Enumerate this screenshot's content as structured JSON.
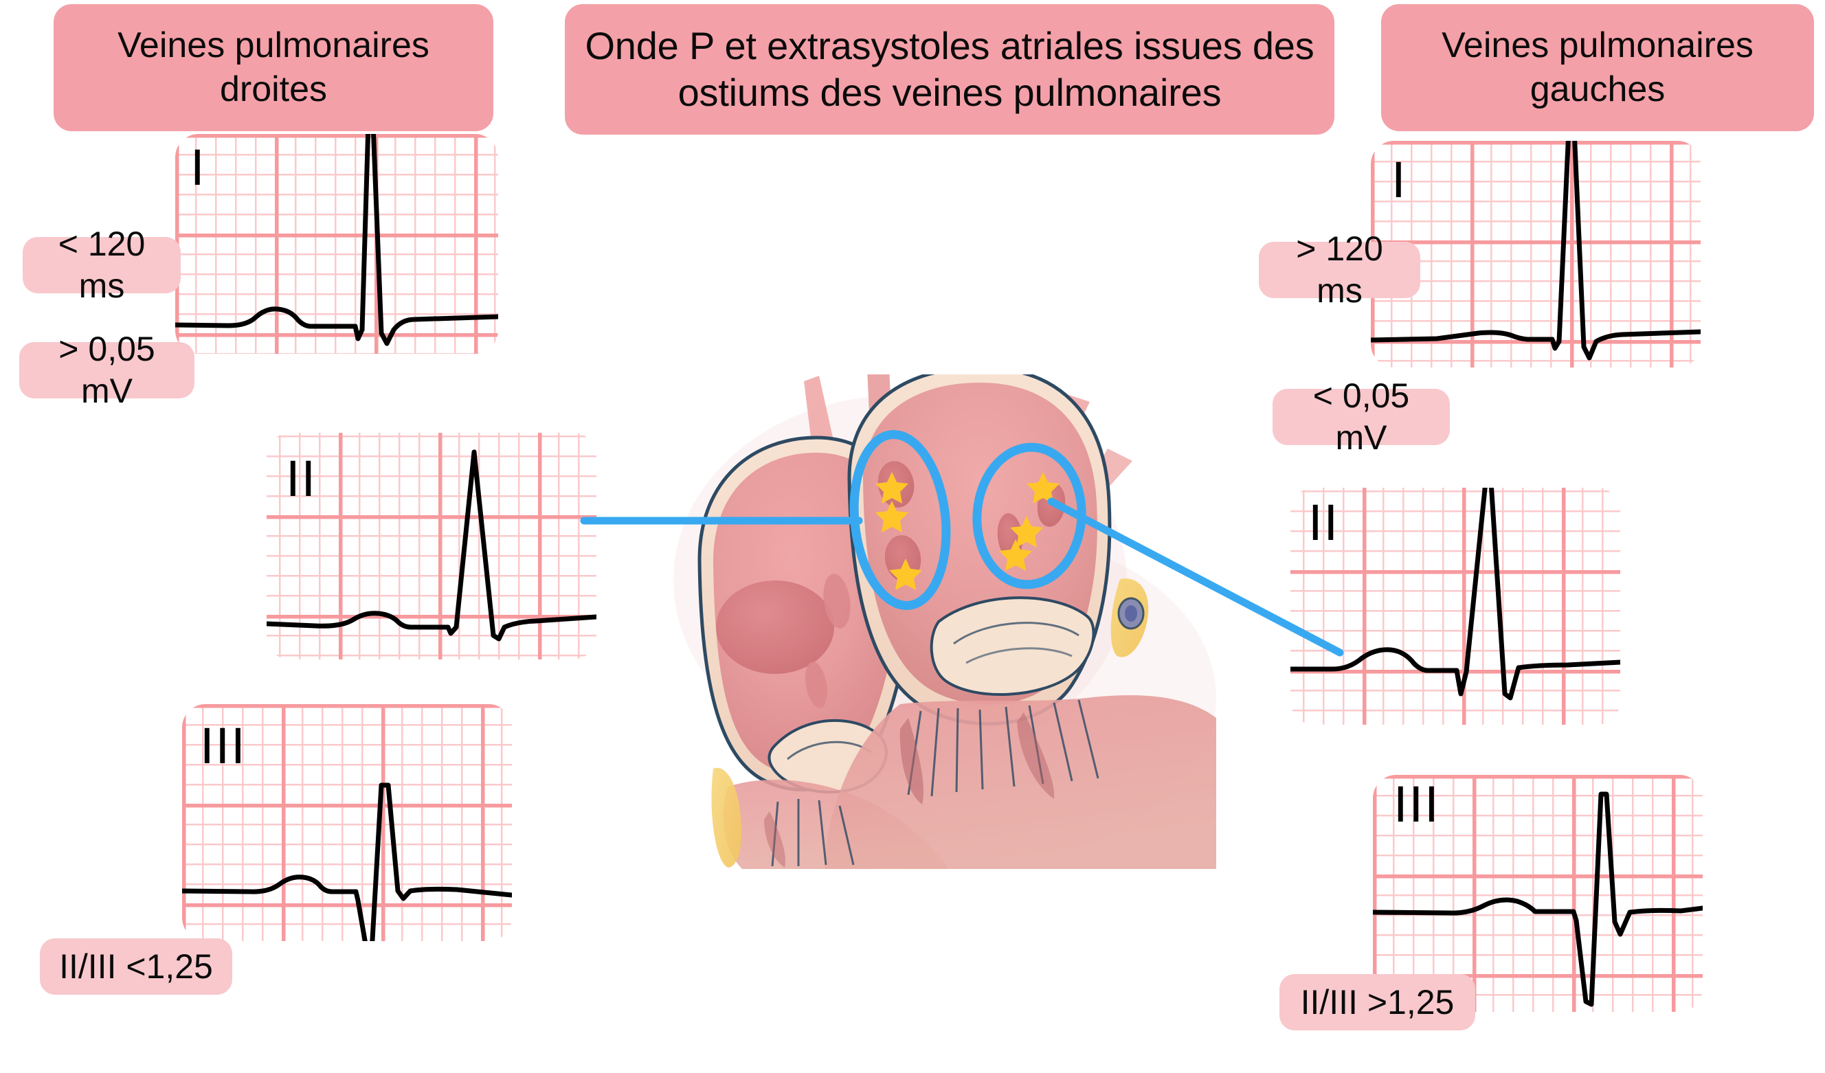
{
  "title": {
    "text": "Onde P et extrasystoles atriales issues des ostiums des veines pulmonaires"
  },
  "left_panel": {
    "heading": "Veines pulmonaires droites",
    "badges": [
      {
        "id": "duration",
        "text": "< 120 ms"
      },
      {
        "id": "amplitude",
        "text": "> 0,05 mV"
      },
      {
        "id": "ratio",
        "text": "II/III <1,25"
      }
    ],
    "leads": [
      {
        "label": "I"
      },
      {
        "label": "II"
      },
      {
        "label": "III"
      }
    ]
  },
  "right_panel": {
    "heading": "Veines pulmonaires gauches",
    "badges": [
      {
        "id": "duration",
        "text": "> 120 ms"
      },
      {
        "id": "amplitude",
        "text": "< 0,05 mV"
      },
      {
        "id": "ratio",
        "text": "II/III >1,25"
      }
    ],
    "leads": [
      {
        "label": "I"
      },
      {
        "label": "II"
      },
      {
        "label": "III"
      }
    ]
  },
  "illustration": {
    "name": "heart-atria-cross-section",
    "ostium_markers": "star",
    "highlight_shape": "ellipse"
  },
  "colors": {
    "chip_dark": "#F4A0A8",
    "chip_light": "#F8C8CC",
    "ecg_grid_minor": "#FBC9CB",
    "ecg_grid_major": "#F79A9E",
    "trace": "#000000",
    "connector": "#38A9F0",
    "star": "#FFC629",
    "background": "#FFFFFF"
  },
  "chart_data": {
    "type": "line",
    "title": "Onde P et extrasystoles atriales issues des ostiums des veines pulmonaires",
    "xlabel": "",
    "ylabel": "",
    "grid": true,
    "legend": "none",
    "series": [
      {
        "name": "Veines pulmonaires droites — DI",
        "lead": "I",
        "side": "droite",
        "p_wave_duration_ms": "< 120",
        "p_wave_amplitude_mV": "> 0,05",
        "description": "Onde P breve et pointue, QRS avec R ample et S profonde"
      },
      {
        "name": "Veines pulmonaires droites — DII",
        "lead": "II",
        "side": "droite",
        "p_wave_duration_ms": "< 120",
        "p_wave_amplitude_mV": "> 0,05",
        "description": "Onde P breve, R tres ample, S minime"
      },
      {
        "name": "Veines pulmonaires droites — DIII",
        "lead": "III",
        "side": "droite",
        "p_wave_duration_ms": "< 120",
        "p_wave_amplitude_mV": "> 0,05",
        "description": "Onde P breve, Q profonde puis R moderee"
      },
      {
        "name": "Veines pulmonaires gauches — DI",
        "lead": "I",
        "side": "gauche",
        "p_wave_duration_ms": "> 120",
        "p_wave_amplitude_mV": "< 0,05",
        "description": "Onde P large et aplatie, R ample, S profonde"
      },
      {
        "name": "Veines pulmonaires gauches — DII",
        "lead": "II",
        "side": "gauche",
        "p_wave_duration_ms": "> 120",
        "p_wave_amplitude_mV": "< 0,05",
        "description": "Onde P large et aplatie, R ample, S marquee"
      },
      {
        "name": "Veines pulmonaires gauches — DIII",
        "lead": "III",
        "side": "gauche",
        "p_wave_duration_ms": "> 120",
        "p_wave_amplitude_mV": "< 0,05",
        "description": "Onde P large et aplatie, Q profonde, R ample"
      }
    ],
    "ratios": {
      "droite": "II/III < 1,25",
      "gauche": "II/III > 1,25"
    }
  }
}
